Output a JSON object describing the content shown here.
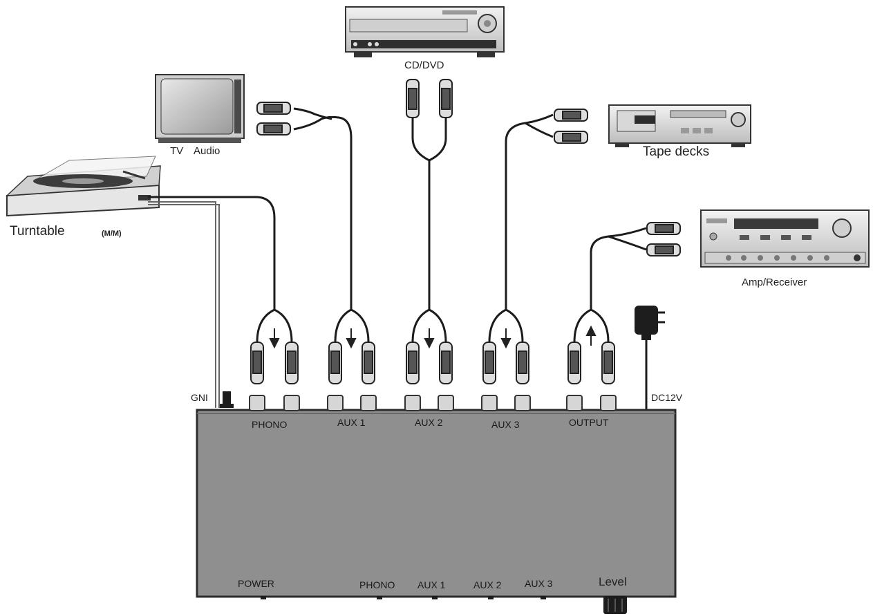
{
  "devices": {
    "cd_dvd": "CD/DVD",
    "tv": "TV",
    "tv_audio": "Audio",
    "tape": "Tape decks",
    "turntable": "Turntable",
    "turntable_note": "(M/M)",
    "amp": "Amp/Receiver"
  },
  "rear_panel": {
    "gnd": "GNI",
    "dc": "DC12V",
    "ports": [
      "PHONO",
      "AUX 1",
      "AUX 2",
      "AUX 3",
      "OUTPUT"
    ]
  },
  "front_panel": {
    "power": "POWER",
    "leds": [
      "PHONO",
      "AUX 1",
      "AUX 2",
      "AUX 3"
    ],
    "level": "Level"
  },
  "colors": {
    "chassis": "#8f8f8f",
    "chassis_edge": "#2b2b2b",
    "cable": "#1c1c1c",
    "device_body": "#dcdcdc",
    "device_dark": "#3a3a3a"
  },
  "icons": [
    "arrow-down-icon",
    "arrow-up-icon",
    "rca-plug-icon",
    "power-adapter-icon",
    "ground-terminal-icon",
    "level-knob-icon"
  ]
}
